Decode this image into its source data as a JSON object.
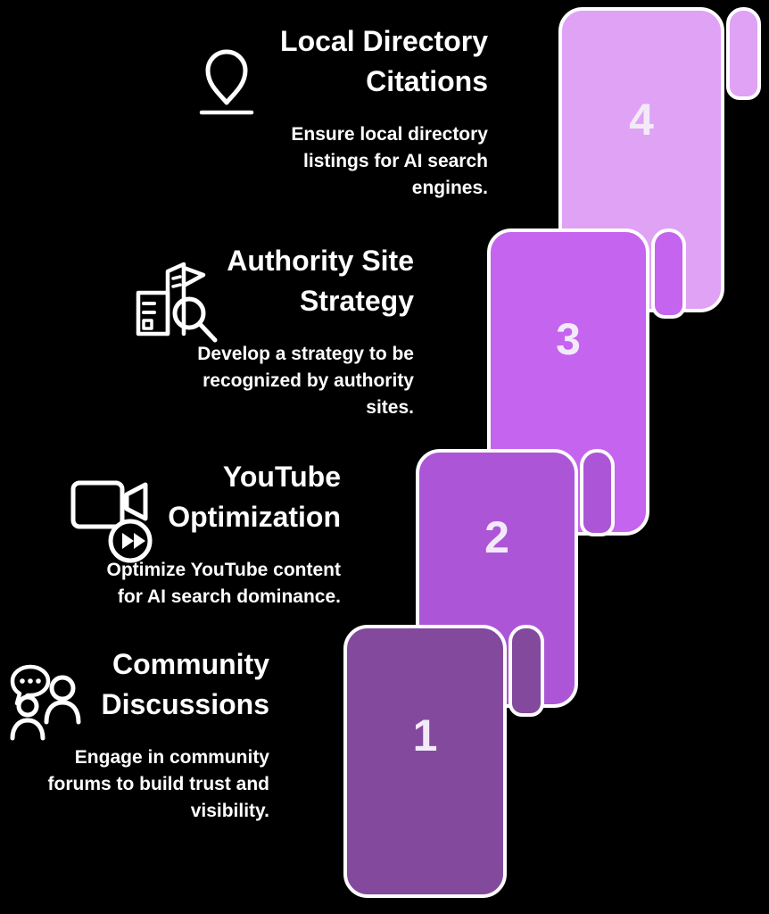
{
  "background_color": "#000000",
  "outline_color": "#fdfdfd",
  "steps": [
    {
      "number": "1",
      "title": "Community\nDiscussions",
      "description": "Engage in community\nforums to build trust and\nvisibility.",
      "icon": "community-people-icon",
      "color": "#82499d"
    },
    {
      "number": "2",
      "title": "YouTube\nOptimization",
      "description": "Optimize YouTube content\nfor AI search dominance.",
      "icon": "video-fast-forward-icon",
      "color": "#ac56d7"
    },
    {
      "number": "3",
      "title": "Authority Site\nStrategy",
      "description": "Develop a strategy to be\nrecognized by authority\nsites.",
      "icon": "building-search-icon",
      "color": "#c564ee"
    },
    {
      "number": "4",
      "title": "Local Directory\nCitations",
      "description": "Ensure local directory\nlistings for AI search\nengines.",
      "icon": "location-pin-icon",
      "color": "#dfa2f4"
    }
  ]
}
